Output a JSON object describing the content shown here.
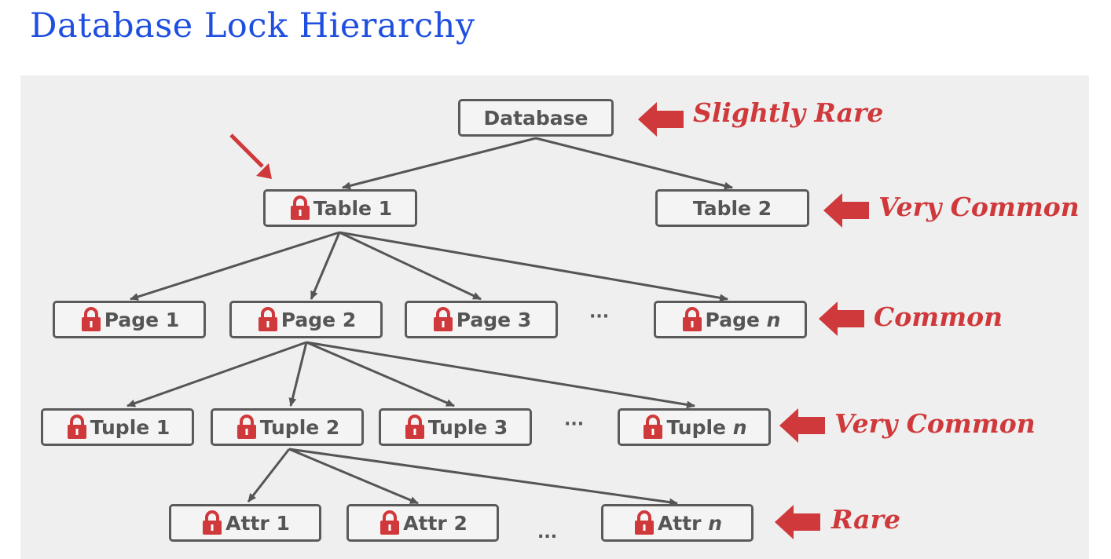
{
  "title": "Database Lock Hierarchy",
  "colors": {
    "accent": "#d0393b",
    "title": "#1f4fe0",
    "node_border": "#5a5a5a",
    "text": "#555555"
  },
  "nodes": {
    "database": {
      "label": "Database",
      "locked": false
    },
    "table1": {
      "label": "Table 1",
      "locked": true
    },
    "table2": {
      "label": "Table 2",
      "locked": false
    },
    "page1": {
      "label": "Page 1",
      "locked": true
    },
    "page2": {
      "label": "Page 2",
      "locked": true
    },
    "page3": {
      "label": "Page 3",
      "locked": true
    },
    "pagen": {
      "label": "Page ",
      "suffix": "n",
      "locked": true
    },
    "tuple1": {
      "label": "Tuple 1",
      "locked": true
    },
    "tuple2": {
      "label": "Tuple 2",
      "locked": true
    },
    "tuple3": {
      "label": "Tuple 3",
      "locked": true
    },
    "tuplen": {
      "label": "Tuple ",
      "suffix": "n",
      "locked": true
    },
    "attr1": {
      "label": "Attr 1",
      "locked": true
    },
    "attr2": {
      "label": "Attr 2",
      "locked": true
    },
    "attrn": {
      "label": "Attr ",
      "suffix": "n",
      "locked": true
    }
  },
  "ellipses": {
    "pages": "···",
    "tuples": "···",
    "attrs": "..."
  },
  "levels": [
    {
      "name": "database",
      "label": "Slightly Rare"
    },
    {
      "name": "table",
      "label": "Very Common"
    },
    {
      "name": "page",
      "label": "Common"
    },
    {
      "name": "tuple",
      "label": "Very Common"
    },
    {
      "name": "attr",
      "label": "Rare"
    }
  ],
  "icons": {
    "lock": "lock-icon",
    "pointer": "pointer-arrow-icon",
    "level_arrow": "left-arrow-icon"
  }
}
